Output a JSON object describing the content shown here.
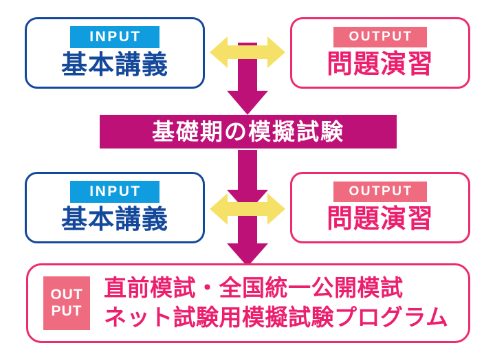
{
  "diagram": {
    "title": "learning-flow-diagram",
    "colors": {
      "blue_border": "#14489b",
      "blue_badge": "#0f9ddf",
      "pink_border": "#ec2c6d",
      "pink_text": "#ec1e6e",
      "salmon_badge": "#ef6c80",
      "banner_magenta": "#be1178",
      "arrow_magenta": "#be1178",
      "arrow_yellow": "#f5e167",
      "background": "#ffffff"
    },
    "row1": {
      "input_card": {
        "badge": "INPUT",
        "title": "基本講義"
      },
      "output_card": {
        "badge": "OUTPUT",
        "title": "問題演習"
      },
      "exchange_arrow": "double-headed-horizontal-arrow",
      "down_arrow": "down-arrow"
    },
    "banner": {
      "text": "基礎期の模擬試験"
    },
    "row2": {
      "down_arrow_top": "down-arrow",
      "input_card": {
        "badge": "INPUT",
        "title": "基本講義"
      },
      "output_card": {
        "badge": "OUTPUT",
        "title": "問題演習"
      },
      "exchange_arrow": "double-headed-horizontal-arrow",
      "down_arrow_bottom": "down-arrow"
    },
    "bottom_card": {
      "badge_line1": "OUT",
      "badge_line2": "PUT",
      "line1": "直前模試・全国統一公開模試",
      "line2": "ネット試験用模擬試験プログラム"
    }
  }
}
